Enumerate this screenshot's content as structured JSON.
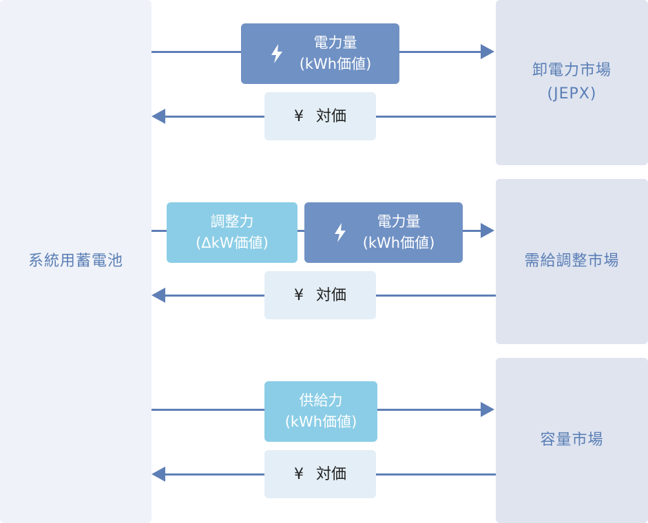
{
  "left_panel": {
    "label": "系統用蓄電池"
  },
  "markets": [
    {
      "name_line1": "卸電力市場",
      "name_line2": "(JEPX)"
    },
    {
      "name_line1": "需給調整市場"
    },
    {
      "name_line1": "容量市場"
    }
  ],
  "flows": {
    "jepx": {
      "energy": {
        "line1": "電力量",
        "line2": "(kWh価値)",
        "icon": "lightning-icon"
      },
      "payment": {
        "symbol": "¥",
        "label": "対価"
      }
    },
    "balancing": {
      "adjust": {
        "line1": "調整力",
        "line2": "(ΔkW価値)"
      },
      "energy": {
        "line1": "電力量",
        "line2": "(kWh価値)",
        "icon": "lightning-icon"
      },
      "payment": {
        "symbol": "¥",
        "label": "対価"
      }
    },
    "capacity": {
      "supply": {
        "line1": "供給力",
        "line2": "(kWh価値)"
      },
      "payment": {
        "symbol": "¥",
        "label": "対価"
      }
    }
  },
  "colors": {
    "left_panel": "#eff2f8",
    "market_panel": "#dfe4ef",
    "arrow": "#5e7fb6",
    "energy_box": "#7091c4",
    "adjust_box": "#8bcde6",
    "payment_box": "#e3eef6",
    "label_text": "#5a7eb5"
  }
}
